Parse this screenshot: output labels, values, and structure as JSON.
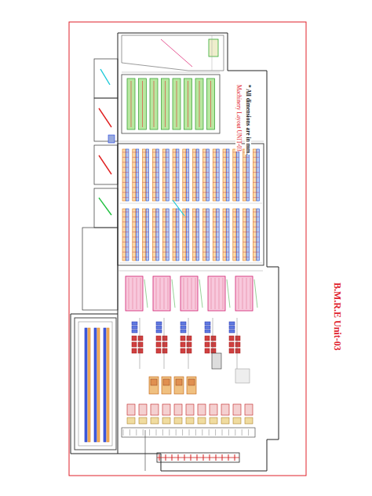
{
  "diagram": {
    "title": "B.M.R.E Unit-03",
    "labels": [
      "Machinery Layout UNIT-03",
      "* All dimensions are in mm."
    ]
  }
}
